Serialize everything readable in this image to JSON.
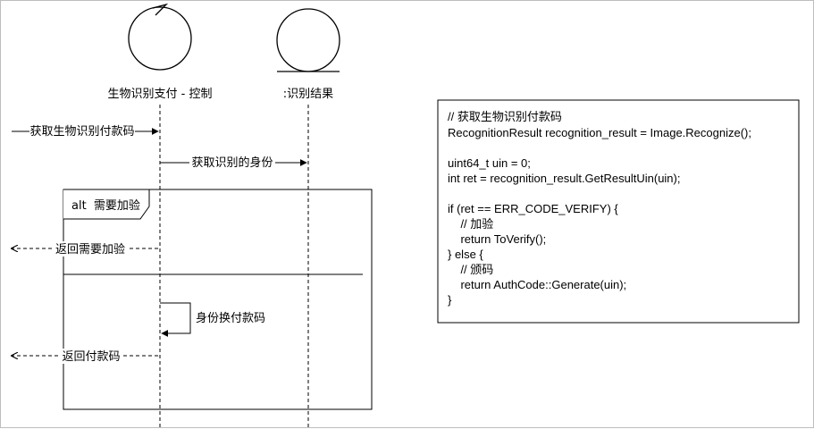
{
  "diagram": {
    "participants": [
      {
        "id": "control",
        "label": "生物识别支付 - 控制",
        "kind": "control"
      },
      {
        "id": "result",
        "label": ":识别结果",
        "kind": "entity"
      }
    ],
    "messages": [
      {
        "id": "m1",
        "label": "获取生物识别付款码",
        "from": "external",
        "to": "control",
        "style": "solid"
      },
      {
        "id": "m2",
        "label": "获取识别的身份",
        "from": "control",
        "to": "result",
        "style": "solid"
      },
      {
        "id": "m3",
        "label": "返回需要加验",
        "from": "control",
        "to": "external",
        "style": "dashed"
      },
      {
        "id": "m4",
        "label": "身份换付款码",
        "from": "control",
        "to": "control",
        "style": "self"
      },
      {
        "id": "m5",
        "label": "返回付款码",
        "from": "control",
        "to": "external",
        "style": "dashed"
      }
    ],
    "fragment": {
      "operator": "alt",
      "guard": "需要加验"
    }
  },
  "code_note": {
    "lines": [
      "// 获取生物识别付款码",
      "RecognitionResult recognition_result = Image.Recognize();",
      "",
      "uint64_t uin = 0;",
      "int ret = recognition_result.GetResultUin(uin);",
      "",
      "if (ret == ERR_CODE_VERIFY) {",
      "    // 加验",
      "    return ToVerify();",
      "} else {",
      "    // 颁码",
      "    return AuthCode::Generate(uin);",
      "}"
    ]
  }
}
